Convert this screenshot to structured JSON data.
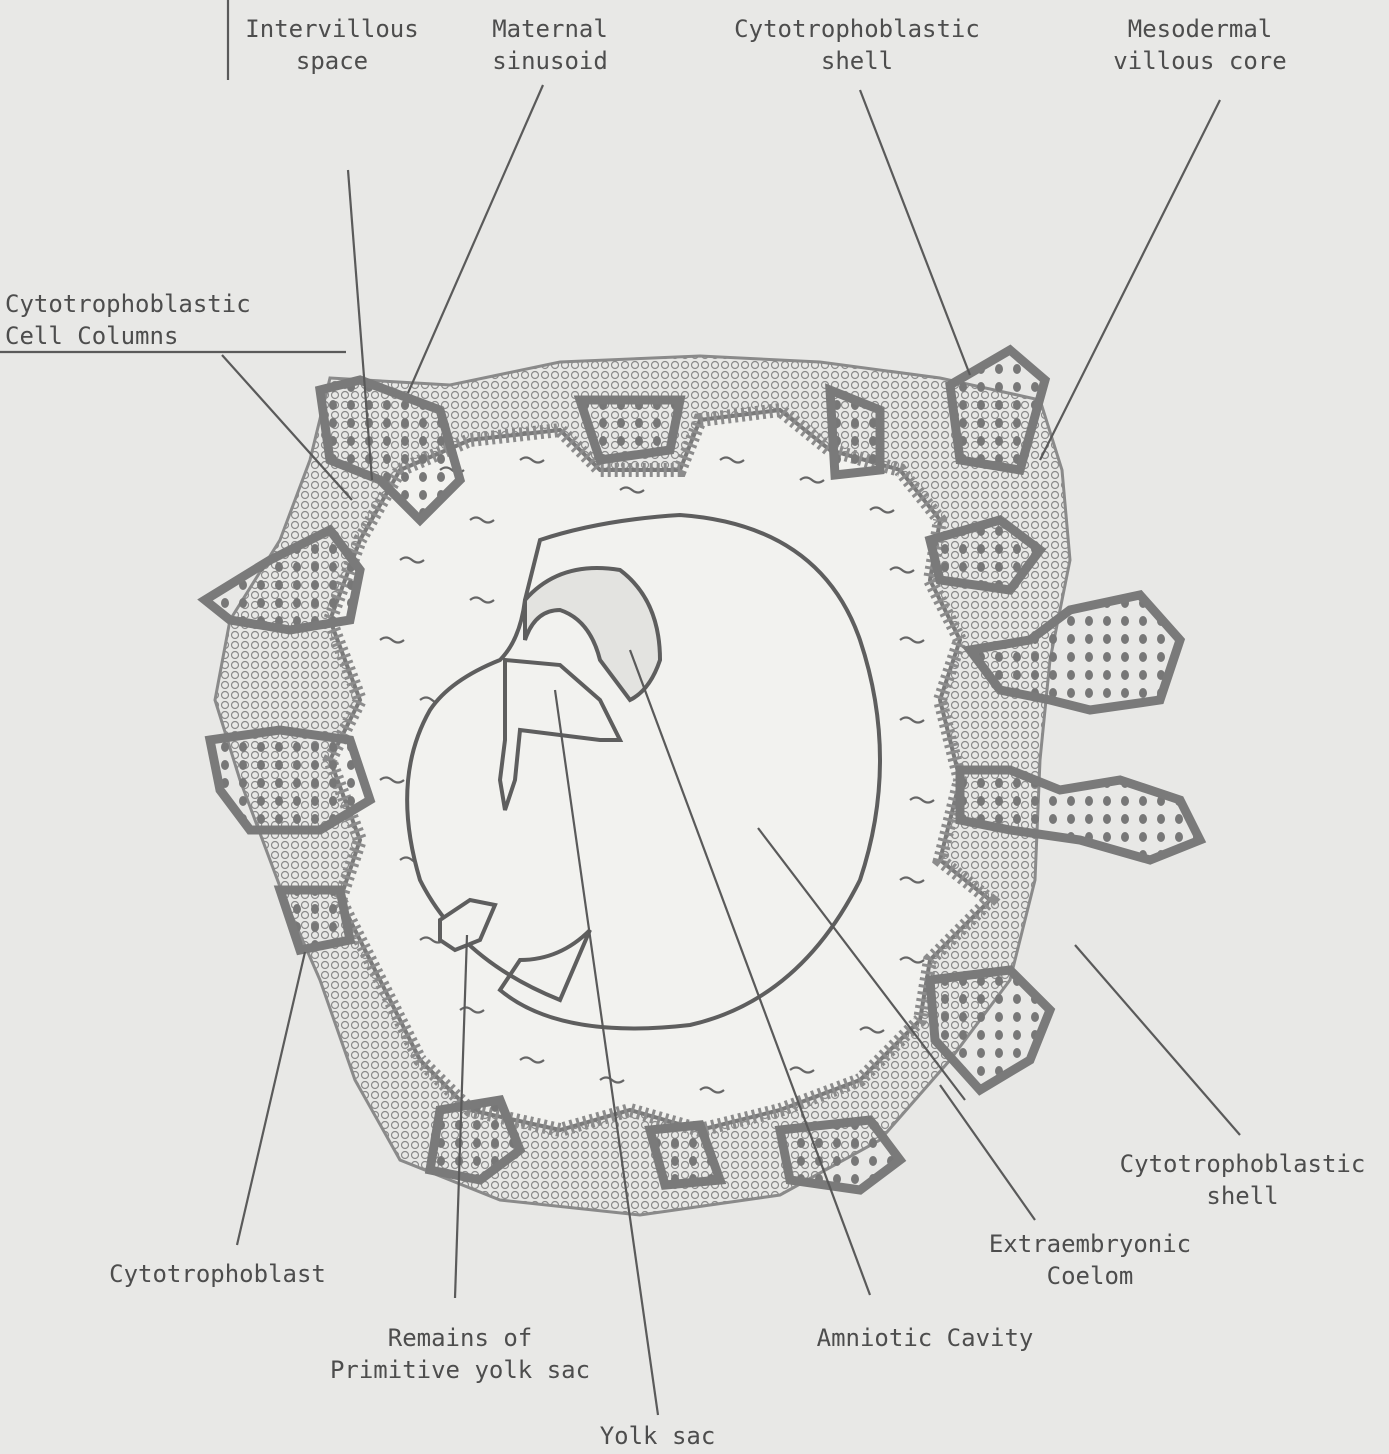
{
  "labels": {
    "intervillous": [
      "Intervillous",
      "space"
    ],
    "maternal_sinusoid": [
      "Maternal",
      "sinusoid"
    ],
    "cyto_shell_top": [
      "Cytotrophoblastic",
      "shell"
    ],
    "mesodermal_core": [
      "Mesodermal",
      "villous core"
    ],
    "cell_columns": [
      "Cytotrophoblastic",
      "Cell Columns"
    ],
    "cyto_shell_right": [
      "Cytotrophoblastic",
      "shell"
    ],
    "extraembryonic": [
      "Extraembryonic",
      "Coelom"
    ],
    "amniotic": "Amniotic Cavity",
    "cytotrophoblast": "Cytotrophoblast",
    "primitive_yolk": [
      "Remains of",
      "Primitive yolk  sac"
    ],
    "yolk_sac": "Yolk sac"
  },
  "colors": {
    "background": "#e8e8e6",
    "ink": "#5a5a5a",
    "band": "#8c8c8c",
    "fill": "#f2f2ef"
  }
}
